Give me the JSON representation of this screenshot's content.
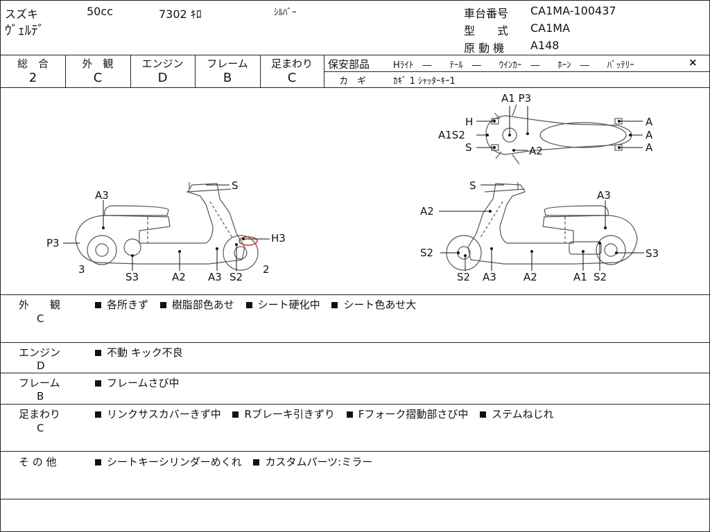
{
  "header": {
    "maker": "スズキ",
    "cc": "50cc",
    "mileage": "7302 ｷﾛ",
    "color": "ｼﾙﾊﾞｰ",
    "model_name": "ｳﾞｪﾙﾃﾞ",
    "frame_no_label": "車台番号",
    "frame_no": "CA1MA-100437",
    "type_label": "型　　式",
    "type": "CA1MA",
    "engine_label": "原 動 機",
    "engine": "A148"
  },
  "grades": {
    "overall_label": "総　合",
    "overall": "2",
    "exterior_label": "外　観",
    "exterior": "C",
    "engine_label": "エンジン",
    "engine": "D",
    "frame_label": "フレーム",
    "frame": "B",
    "suspension_label": "足まわり",
    "suspension": "C"
  },
  "safety": {
    "label": "保安部品",
    "items": "Hﾗｲﾄ　―　　ﾃｰﾙ　―　　ｳｲﾝｶｰ　―　　ﾎｰﾝ　―　　ﾊﾞｯﾃﾘｰ",
    "battery_mark": "×",
    "key_label": "カ　ギ",
    "key_value": "ｶｷﾞ 1 ｼｬｯﾀｰｷｰ1"
  },
  "diagram": {
    "left": {
      "S": "S",
      "A3_top": "A3",
      "P3": "P3",
      "H3": "H3",
      "n3": "3",
      "S3": "S3",
      "A2": "A2",
      "A3_bot": "A3",
      "S2": "S2",
      "n2": "2"
    },
    "right": {
      "S": "S",
      "A2_top": "A2",
      "A3_top": "A3",
      "S2_left": "S2",
      "S3": "S3",
      "S2_bot": "S2",
      "A3_bot": "A3",
      "A2_bot": "A2",
      "A1": "A1",
      "S2_bot2": "S2"
    },
    "top": {
      "A1P3": "A1 P3",
      "H": "H",
      "A1S2": "A1S2",
      "S": "S",
      "A2": "A2",
      "A_1": "A",
      "A_2": "A",
      "A_3": "A"
    }
  },
  "sections": {
    "exterior": {
      "title": "外　　観",
      "grade": "C",
      "items": [
        "各所きず",
        "樹脂部色あせ",
        "シート硬化中",
        "シート色あせ大"
      ]
    },
    "engine": {
      "title": "エンジン",
      "grade": "D",
      "items": [
        "不動 キック不良"
      ]
    },
    "frame": {
      "title": "フレーム",
      "grade": "B",
      "items": [
        "フレームさび中"
      ]
    },
    "suspension": {
      "title": "足まわり",
      "grade": "C",
      "items": [
        "リンクサスカバーきず中",
        "Rブレーキ引きずり",
        "Fフォーク摺動部さび中",
        "ステムねじれ"
      ]
    },
    "other": {
      "title": "そ の 他",
      "items": [
        "シートキーシリンダーめくれ",
        "カスタムパーツ:ミラー"
      ]
    }
  }
}
